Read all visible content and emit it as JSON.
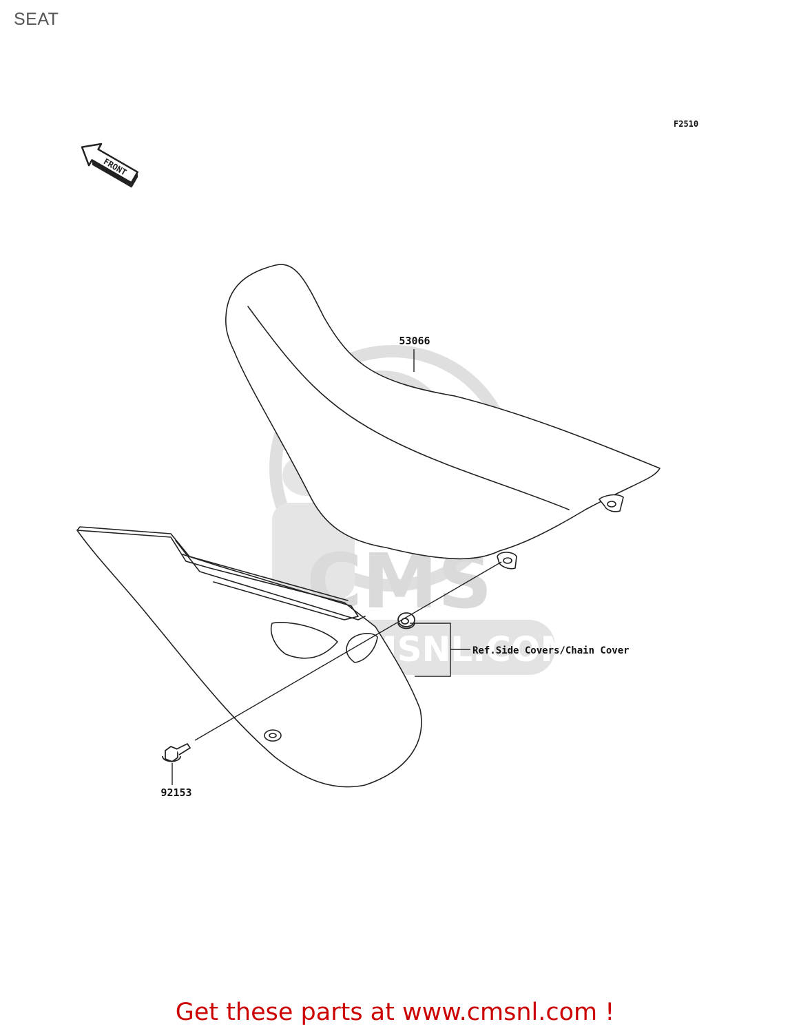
{
  "page": {
    "title": "SEAT",
    "footer_promo": "Get these parts at www.cmsnl.com !"
  },
  "diagram": {
    "figure_code": "F2510",
    "front_arrow_label": "FRONT",
    "parts": [
      {
        "number": "53066",
        "description": "seat"
      },
      {
        "number": "92153",
        "description": "bolt"
      }
    ],
    "reference_note": "Ref.Side Covers/Chain Cover"
  },
  "watermark": {
    "brand": "CMS",
    "url": "WWW.CMSNL.COM"
  },
  "colors": {
    "title_text": "#555555",
    "promo_text": "#cc0000",
    "line_art": "#222222",
    "watermark": "#d8d8d8"
  }
}
